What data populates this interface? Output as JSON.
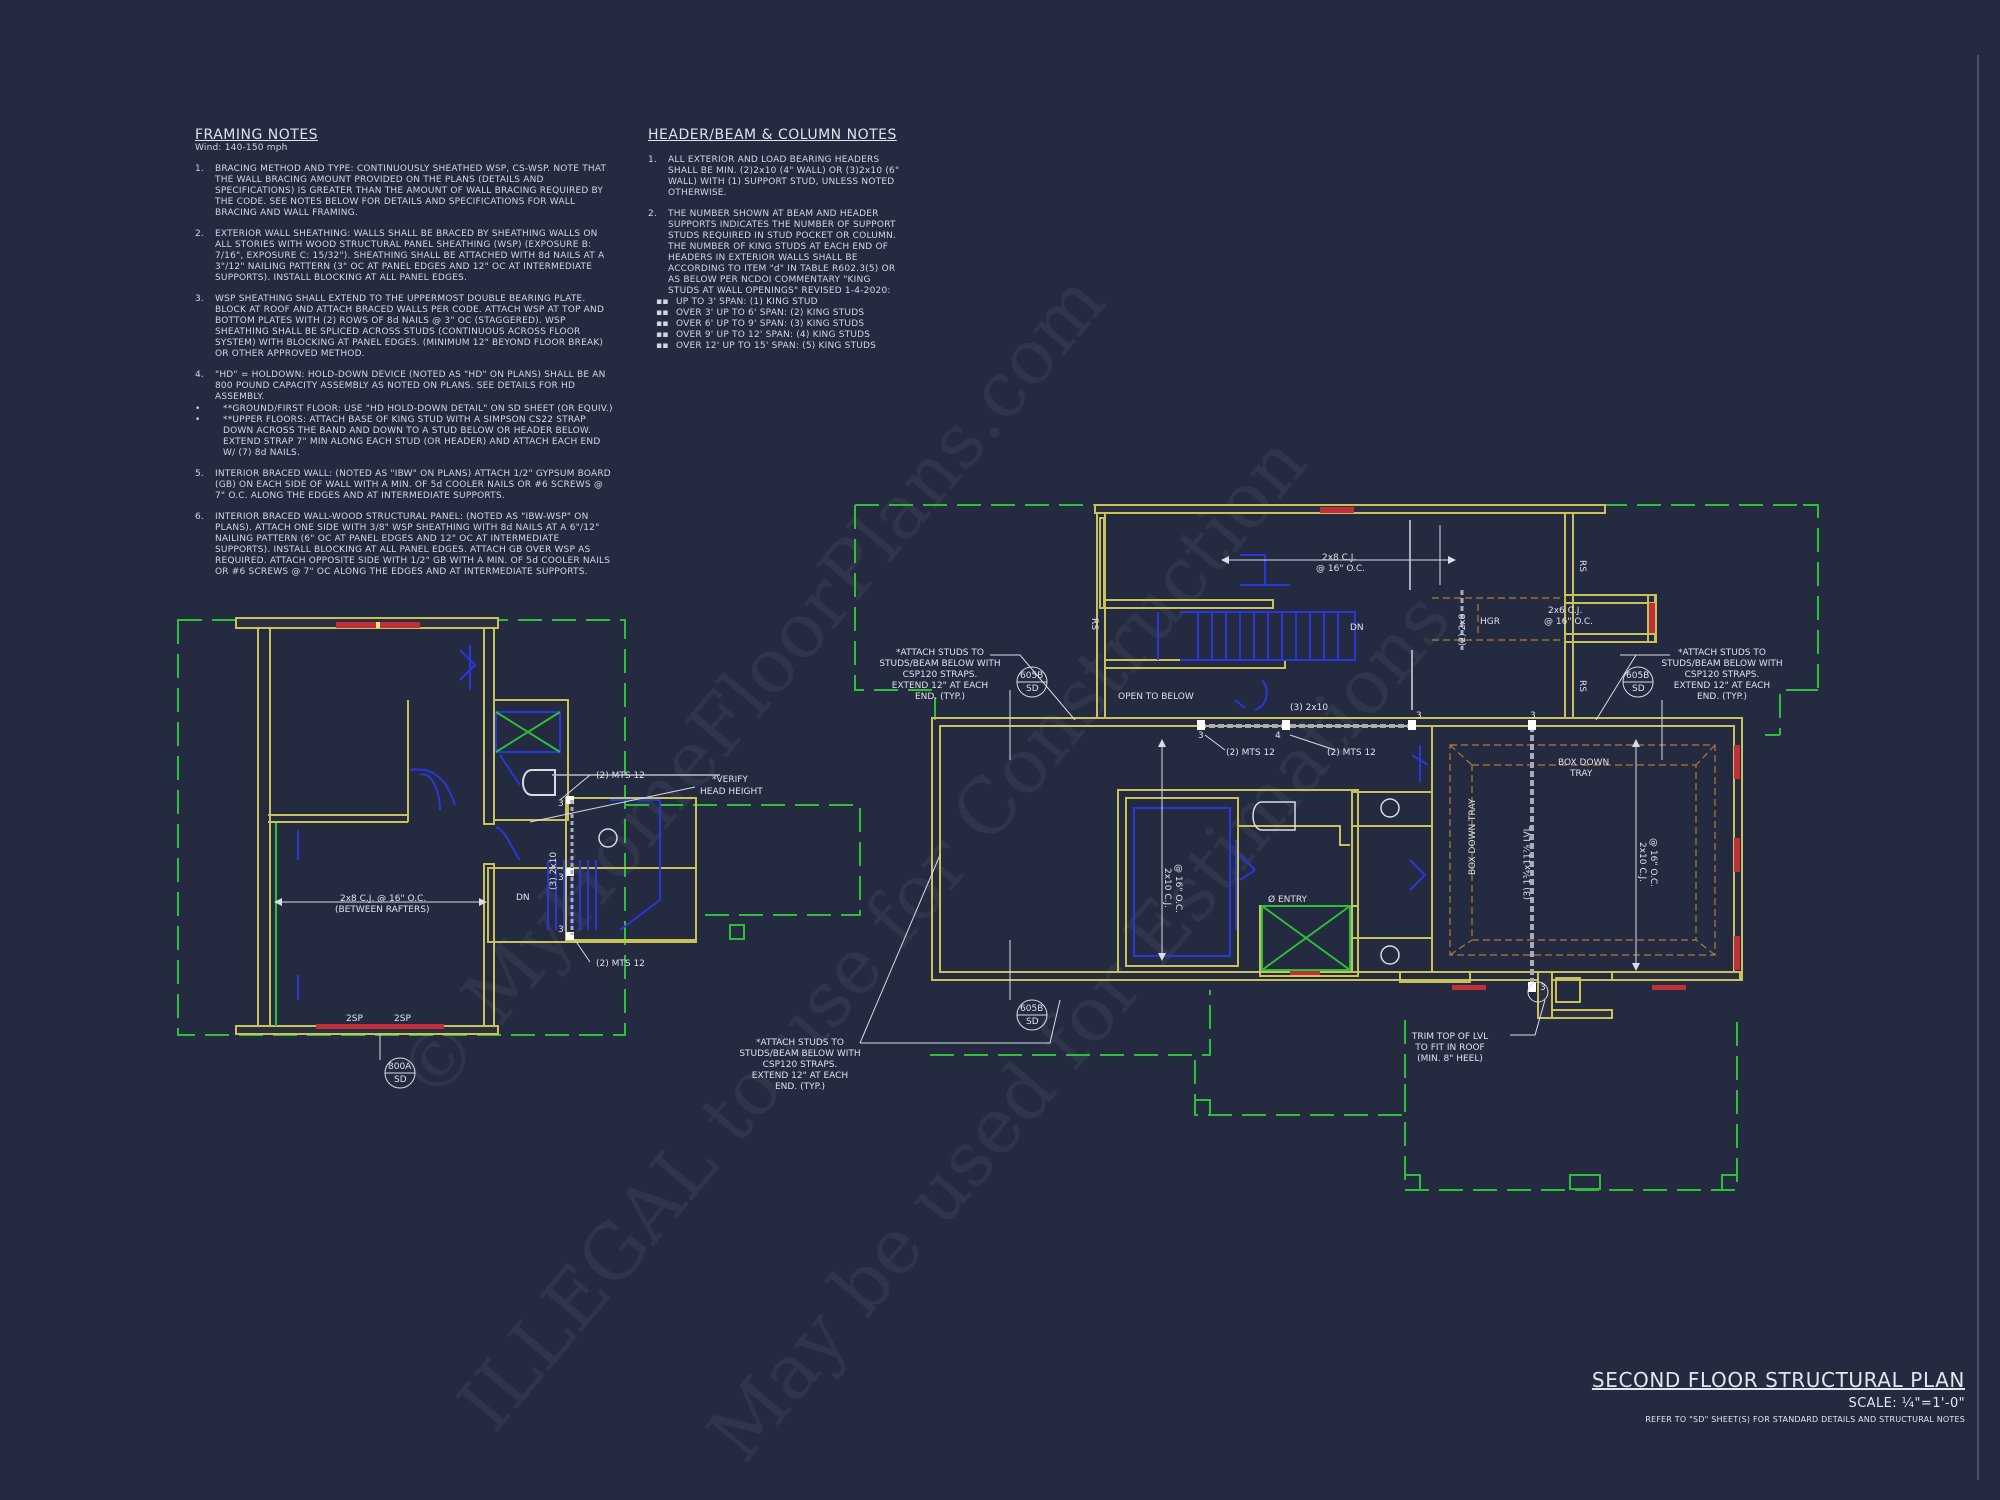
{
  "framing_notes": {
    "title": "FRAMING NOTES",
    "subtitle": "Wind: 140-150 mph",
    "items": [
      {
        "n": "1.",
        "text": "BRACING METHOD AND TYPE: CONTINUOUSLY SHEATHED WSP, CS-WSP. NOTE THAT THE WALL BRACING AMOUNT PROVIDED ON THE PLANS (DETAILS AND SPECIFICATIONS) IS GREATER THAN THE AMOUNT OF WALL BRACING REQUIRED BY THE CODE. SEE NOTES BELOW FOR DETAILS AND SPECIFICATIONS FOR WALL BRACING AND WALL FRAMING."
      },
      {
        "n": "2.",
        "text": "EXTERIOR WALL SHEATHING: WALLS SHALL BE BRACED BY SHEATHING WALLS ON ALL STORIES WITH WOOD STRUCTURAL PANEL SHEATHING (WSP) (EXPOSURE B: 7/16\", EXPOSURE C: 15/32\"). SHEATHING SHALL BE ATTACHED WITH 8d NAILS AT A 3\"/12\" NAILING PATTERN (3\" OC AT PANEL EDGES AND 12\" OC AT INTERMEDIATE SUPPORTS). INSTALL BLOCKING AT ALL PANEL EDGES."
      },
      {
        "n": "3.",
        "text": "WSP SHEATHING SHALL EXTEND TO THE UPPERMOST DOUBLE BEARING PLATE. BLOCK AT ROOF AND ATTACH BRACED WALLS PER CODE. ATTACH WSP AT TOP AND BOTTOM PLATES WITH (2) ROWS OF 8d NAILS @ 3\" OC (STAGGERED). WSP SHEATHING SHALL BE SPLICED ACROSS STUDS (CONTINUOUS ACROSS FLOOR SYSTEM) WITH BLOCKING AT PANEL EDGES. (MINIMUM 12\" BEYOND FLOOR BREAK) OR OTHER APPROVED METHOD."
      },
      {
        "n": "4.",
        "text": "\"HD\" = HOLDOWN: HOLD-DOWN DEVICE (NOTED AS \"HD\" ON PLANS) SHALL BE AN 800 POUND CAPACITY ASSEMBLY AS NOTED ON PLANS. SEE DETAILS FOR HD ASSEMBLY."
      },
      {
        "n": "5.",
        "text": "INTERIOR BRACED WALL: (NOTED AS \"IBW\" ON PLANS) ATTACH 1/2\" GYPSUM BOARD (GB) ON EACH SIDE OF WALL WITH A MIN. OF 5d COOLER NAILS OR #6 SCREWS @ 7\" O.C. ALONG THE EDGES AND AT INTERMEDIATE SUPPORTS."
      },
      {
        "n": "6.",
        "text": "INTERIOR BRACED WALL-WOOD STRUCTURAL PANEL: (NOTED AS \"IBW-WSP\" ON PLANS). ATTACH ONE SIDE WITH 3/8\" WSP SHEATHING WITH 8d NAILS AT A 6\"/12\" NAILING PATTERN (6\" OC AT PANEL EDGES AND 12\" OC AT INTERMEDIATE SUPPORTS). INSTALL BLOCKING AT ALL PANEL EDGES. ATTACH GB OVER WSP AS REQUIRED. ATTACH OPPOSITE SIDE WITH 1/2\" GB WITH A MIN. OF 5d COOLER NAILS OR #6 SCREWS @ 7\" OC ALONG THE EDGES AND AT INTERMEDIATE SUPPORTS."
      }
    ],
    "item4_bullets": [
      "**GROUND/FIRST FLOOR: USE \"HD HOLD-DOWN DETAIL\" ON SD SHEET (OR EQUIV.)",
      "**UPPER FLOORS: ATTACH BASE OF KING STUD WITH A SIMPSON CS22 STRAP DOWN ACROSS THE BAND AND DOWN TO A STUD BELOW OR HEADER BELOW. EXTEND STRAP 7\" MIN ALONG EACH STUD (OR HEADER) AND ATTACH EACH END W/ (7) 8d NAILS."
    ]
  },
  "header_notes": {
    "title": "HEADER/BEAM & COLUMN NOTES",
    "items": [
      {
        "n": "1.",
        "text": "ALL EXTERIOR AND LOAD BEARING HEADERS SHALL BE MIN. (2)2x10 (4\" WALL) OR (3)2x10 (6\" WALL) WITH (1) SUPPORT STUD, UNLESS NOTED OTHERWISE."
      },
      {
        "n": "2.",
        "text": "THE NUMBER SHOWN AT BEAM AND HEADER SUPPORTS INDICATES THE NUMBER OF SUPPORT STUDS REQUIRED IN STUD POCKET OR COLUMN. THE NUMBER OF KING STUDS AT EACH END OF HEADERS IN EXTERIOR WALLS SHALL BE ACCORDING TO ITEM \"d\" IN TABLE R602.3(5) OR AS BELOW PER NCDOI COMMENTARY \"KING STUDS AT WALL OPENINGS\" REVISED 1-4-2020:"
      }
    ],
    "bullets": [
      "UP TO 3' SPAN: (1) KING STUD",
      "OVER 3' UP TO 6' SPAN: (2) KING STUDS",
      "OVER 6' UP TO 9' SPAN: (3) KING STUDS",
      "OVER 9' UP TO 12' SPAN: (4) KING STUDS",
      "OVER 12' UP TO 15' SPAN: (5) KING STUDS"
    ]
  },
  "plan_labels": {
    "cj_left_1": "2x8 C.J. @ 16\" O.C.",
    "cj_left_2": "(BETWEEN RAFTERS)",
    "mts_a": "(2) MTS 12",
    "mts_b": "(2) MTS 12",
    "mts_c": "(2) MTS 12",
    "mts_d": "(2) MTS 12",
    "verify_1": "*VERIFY",
    "verify_2": "HEAD HEIGHT",
    "dn_left": "DN",
    "dn_right": "DN",
    "beam_vert_left": "(3) 2x10",
    "num3": "3",
    "num4": "4",
    "sp1": "2SP",
    "sp2": "2SP",
    "tag_800a": "800A",
    "tag_sd": "SD",
    "tag_605b": "605B",
    "cj_top_1": "2x8 C.J.",
    "cj_top_2": "@ 16\" O.C.",
    "cj_right_1": "2x6 C.J.",
    "cj_right_2": "@ 16\" O.C.",
    "hgr": "HGR",
    "beam_2x8": "(2) 2x8",
    "open_below": "OPEN TO BELOW",
    "beam_3_2x10": "(3) 2x10",
    "box_down_1": "BOX DOWN",
    "box_down_2": "TRAY",
    "box_down_v": "BOX DOWN TRAY",
    "lvl_v": "(3) 1¾x11⅞ LVL",
    "cj_2x10_1": "2x10 C.J.",
    "cj_2x10_2": "@ 16\" O.C.",
    "entry": "Ø ENTRY",
    "rs": "RS",
    "attach_tl": [
      "*ATTACH STUDS TO",
      "STUDS/BEAM BELOW WITH",
      "CSP120 STRAPS.",
      "EXTEND 12\" AT EACH",
      "END. (TYP.)"
    ],
    "attach_tr": [
      "*ATTACH STUDS TO",
      "STUDS/BEAM BELOW WITH",
      "CSP120 STRAPS.",
      "EXTEND 12\" AT EACH",
      "END. (TYP.)"
    ],
    "attach_bl": [
      "*ATTACH STUDS TO",
      "STUDS/BEAM BELOW WITH",
      "CSP120 STRAPS.",
      "EXTEND 12\" AT EACH",
      "END. (TYP.)"
    ],
    "trim_lvl": [
      "TRIM TOP OF LVL",
      "TO FIT IN ROOF",
      "(MIN. 8\" HEEL)"
    ]
  },
  "title_block": {
    "title": "SECOND FLOOR STRUCTURAL PLAN",
    "scale": "SCALE: ¼\"=1'-0\"",
    "refer": "REFER TO \"SD\" SHEET(S) FOR STANDARD DETAILS AND STRUCTURAL NOTES"
  },
  "watermark": {
    "line1": "© MyHomeFloorPlans.com",
    "line2": "ILLEGAL to use for Construction",
    "line3": "May be used for Estimations"
  },
  "colors": {
    "background": "#242a3f",
    "wall": "#c9c25a",
    "roof_outline": "#2dbf3a",
    "fixtures": "#2838d8",
    "header_red": "#c0303a",
    "text": "#dfe2ec"
  }
}
